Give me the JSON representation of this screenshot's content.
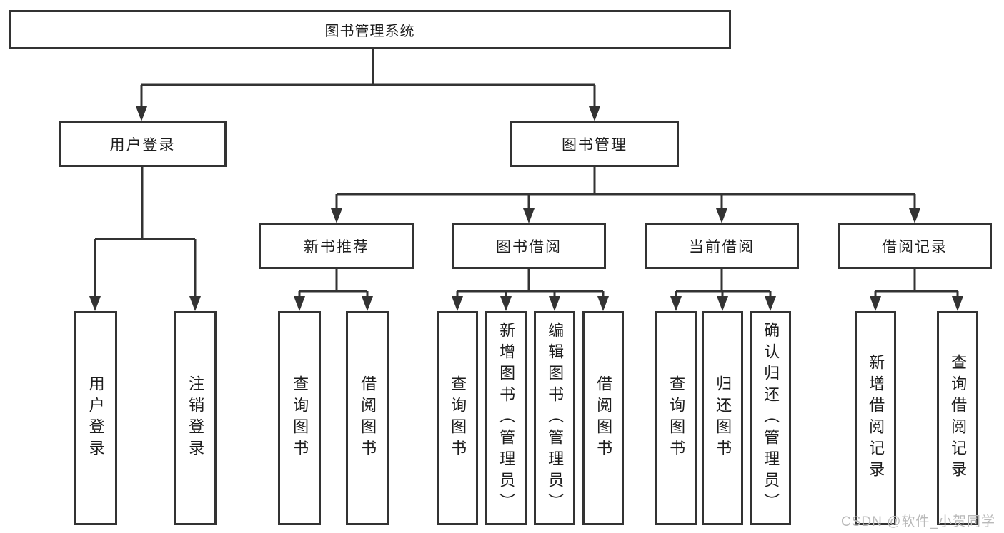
{
  "tree": {
    "label": "图书管理系统",
    "children": [
      {
        "label": "用户登录",
        "children": [
          {
            "label": "用户登录"
          },
          {
            "label": "注销登录"
          }
        ]
      },
      {
        "label": "图书管理",
        "children": [
          {
            "label": "新书推荐",
            "children": [
              {
                "label": "查询图书"
              },
              {
                "label": "借阅图书"
              }
            ]
          },
          {
            "label": "图书借阅",
            "children": [
              {
                "label": "查询图书"
              },
              {
                "label": "新增图书（管理员）"
              },
              {
                "label": "编辑图书（管理员）"
              },
              {
                "label": "借阅图书"
              }
            ]
          },
          {
            "label": "当前借阅",
            "children": [
              {
                "label": "查询图书"
              },
              {
                "label": "归还图书"
              },
              {
                "label": "确认归还（管理员）"
              }
            ]
          },
          {
            "label": "借阅记录",
            "children": [
              {
                "label": "新增借阅记录"
              },
              {
                "label": "查询借阅记录"
              }
            ]
          }
        ]
      }
    ]
  },
  "watermark": {
    "text": "CSDN @软件_小贺同学"
  },
  "colors": {
    "line": "#333333",
    "text": "#1d1d1d",
    "watermark_gray": "#b9b9b9",
    "background": "#ffffff"
  }
}
